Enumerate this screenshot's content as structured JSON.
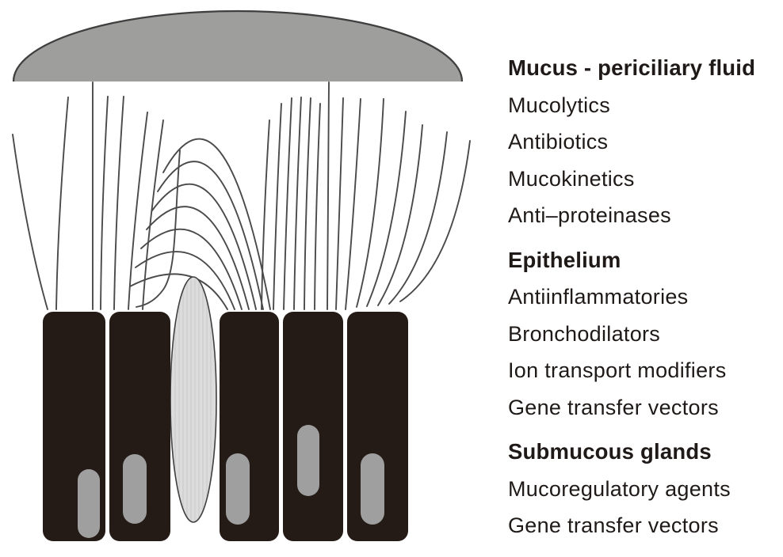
{
  "figure": {
    "legend_groups": [
      {
        "heading": "Mucus - periciliary fluid",
        "items": [
          "Mucolytics",
          "Antibiotics",
          "Mucokinetics",
          "Anti–proteinases"
        ]
      },
      {
        "heading": "Epithelium",
        "items": [
          "Antiinflammatories",
          "Bronchodilators",
          "Ion transport modifiers",
          "Gene transfer vectors"
        ]
      },
      {
        "heading": "Submucous glands",
        "items": [
          "Mucoregulatory agents",
          "Gene transfer vectors"
        ]
      }
    ],
    "diagram_parts": {
      "mucus_layer": "mucus gel dome",
      "cilia": "periciliary cilia strands",
      "goblet_cell": "goblet cell",
      "epithelial_cells": "ciliated epithelial cells",
      "nuclei": "cell nuclei"
    },
    "colors": {
      "mucus_fill": "#9e9f9d",
      "outline": "#3f3f3f",
      "cilia_stroke": "#4a4a4a",
      "goblet_fill": "#dcdcdc",
      "goblet_stripe": "#cccccc",
      "cell_fill": "#241a16",
      "nucleus_fill": "#9f9f9f",
      "text": "#1f1a18"
    }
  }
}
